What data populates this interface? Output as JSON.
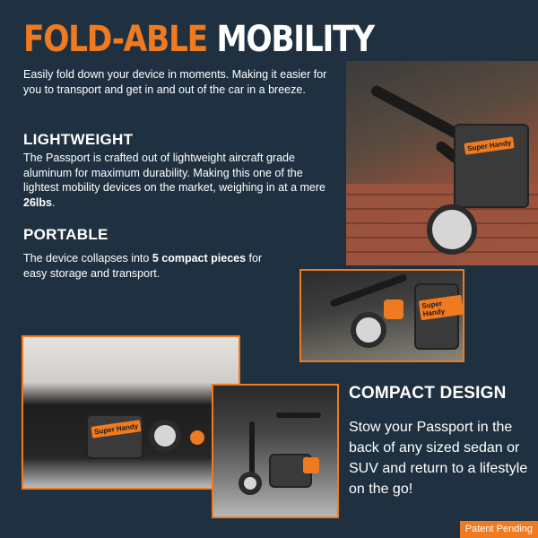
{
  "header": {
    "title_part1": "FOLD-ABLE",
    "title_part2": "MOBILITY",
    "intro": "Easily fold down your device in moments. Making it easier for you to transport and get in and out of the car in a breeze."
  },
  "lightweight": {
    "heading": "LIGHTWEIGHT",
    "text": "The Passport is crafted out of lightweight aircraft grade aluminum for maximum durability. Making this one of the lightest mobility devices on the market, weighing in at a mere ",
    "weight": "26lbs",
    "end": "."
  },
  "portable": {
    "heading": "PORTABLE",
    "text_before": "The device collapses into ",
    "highlight": "5 compact pieces",
    "text_after": " for easy storage and transport."
  },
  "compact": {
    "heading": "COMPACT DESIGN",
    "text": "Stow your Passport in the back of any sized sedan or SUV and return to a lifestyle on the go!"
  },
  "photos": {
    "bag_label": "Super Handy"
  },
  "footer": {
    "patent": "Patent Pending"
  },
  "colors": {
    "background": "#1f3140",
    "accent": "#f07a20",
    "text": "#ffffff"
  }
}
